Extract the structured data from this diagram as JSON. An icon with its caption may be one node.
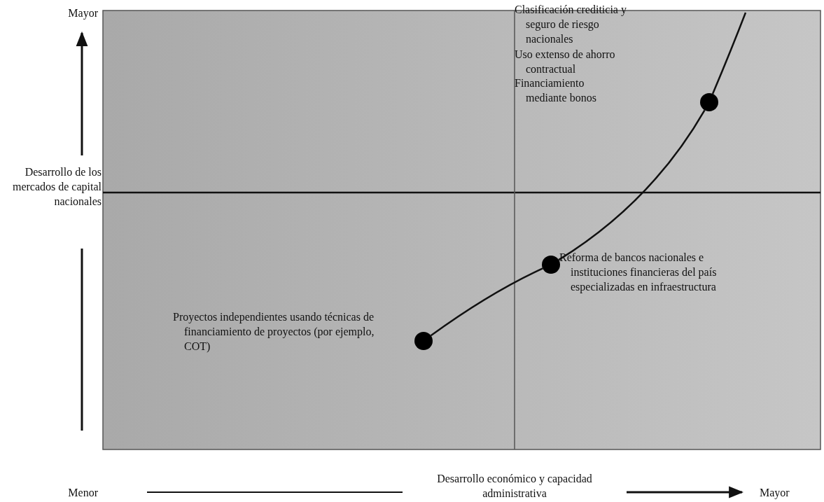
{
  "diagram": {
    "nodes": [
      {
        "text": [],
        "shape": "circle",
        "beside": [
          "Proyectos independientes usando técnicas de financiamiento de proyectos (por ejemplo, COT)"
        ]
      },
      {
        "text": [],
        "shape": "circle",
        "beside": [
          "Reforma de bancos nacionales e instituciones financieras del país especializadas en infraestructura"
        ]
      },
      {
        "text": [],
        "shape": "circle",
        "beside": [
          "Clasificación crediticia y seguro de riesgo nacionales",
          "Uso extenso de ahorro contractual",
          "Financiamiento mediante bonos"
        ]
      }
    ],
    "edges": [
      {
        "from": 0,
        "to": 1,
        "arrow": "none"
      },
      {
        "from": 1,
        "to": 2,
        "arrow": "none"
      },
      {
        "from": 2,
        "to": null,
        "arrow": "none"
      }
    ],
    "labels": [
      "Mayor",
      "Desarrollo de los mercados de capital nacionales",
      "Menor",
      "Desarrollo económico y capacidad administrativa",
      "Mayor"
    ]
  }
}
